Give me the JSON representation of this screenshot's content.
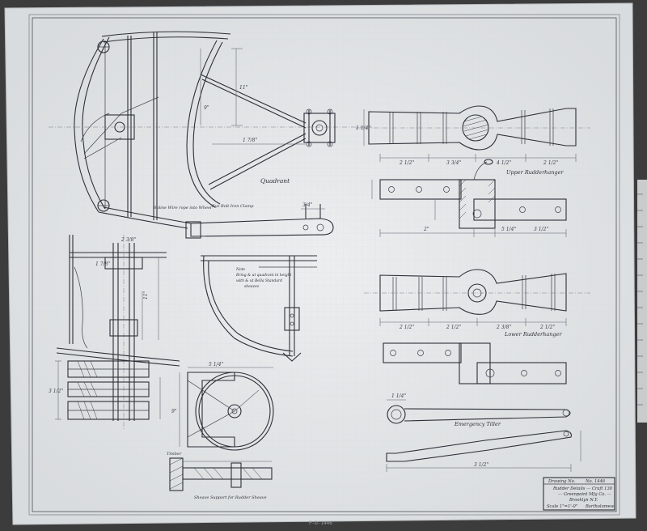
{
  "labels": {
    "quadrant": "Quadrant",
    "upper_rudderhanger": "Upper Rudderhanger",
    "lower_rudderhanger": "Lower Rudderhanger",
    "emergency_tiller": "Emergency Tiller",
    "spline_note": "Spline Wire rope into Wheel",
    "eyebolt_note": "Eye Bolt Iron Clamp",
    "drill_note_1": "Note",
    "drill_note_2": "Bring & ut quadrant in height",
    "drill_note_3": "with & ut Bella Standard",
    "drill_note_4": "sheaves",
    "sheave_support": "Sheave Support for Rudder Sheave",
    "timber_label": "Timber"
  },
  "title_block": {
    "drawing_no_label": "Drawing No.",
    "drawing_no": "No. 1446",
    "title": "Rudder Details — Craft 130",
    "line2": "— Greenpoint Mfg Co. —",
    "line3": "Brooklyn N.Y.",
    "scale": "Scale 1\"=1'-0\"",
    "drawn": "Bartholomew"
  },
  "tag": "P-D-1446",
  "dims": [
    "1 1/4\"",
    "2 3/8\"",
    "3 3/4\"",
    "2 1/2\"",
    "4 1/2\"",
    "5 1/4\"",
    "3 1/2\"",
    "1 7/8\"",
    "2\"",
    "9\"",
    "11\"",
    "3/4\""
  ],
  "colors": {
    "paper": "#e4e6e7",
    "paper_shadow": "#d3d6d8",
    "ink": "#2d2f38",
    "backdrop": "#3c3c3c",
    "ruler": "#c9cbcd"
  }
}
